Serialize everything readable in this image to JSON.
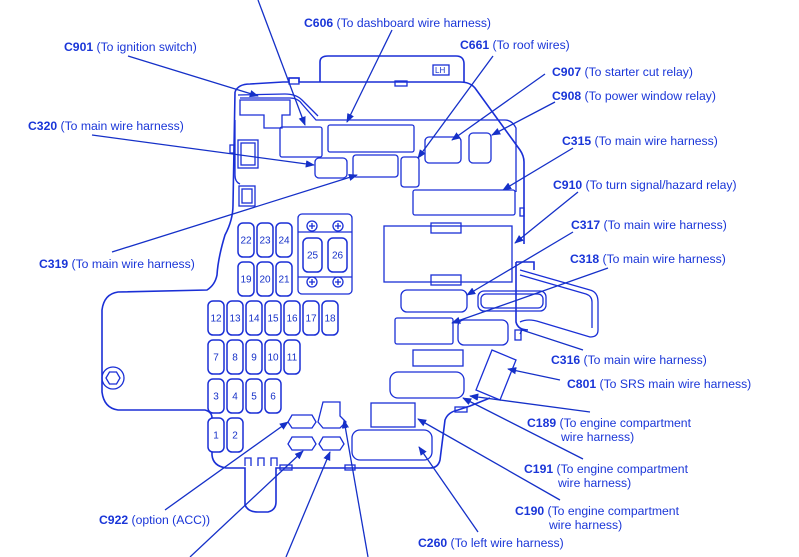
{
  "diagram": {
    "title": "Fuse/relay box connector locator",
    "color": "#1a2fd6",
    "side_marker": "LH",
    "fuses": [
      "1",
      "2",
      "3",
      "4",
      "5",
      "6",
      "7",
      "8",
      "9",
      "10",
      "11",
      "12",
      "13",
      "14",
      "15",
      "16",
      "17",
      "18",
      "19",
      "20",
      "21",
      "22",
      "23",
      "24",
      "25",
      "26"
    ],
    "labels": {
      "c606": {
        "code": "C606",
        "desc": "(To dashboard wire harness)"
      },
      "c901": {
        "code": "C901",
        "desc": "(To ignition switch)"
      },
      "c661": {
        "code": "C661",
        "desc": "(To roof wires)"
      },
      "c907": {
        "code": "C907",
        "desc": "(To starter cut relay)"
      },
      "c908": {
        "code": "C908",
        "desc": "(To power window relay)"
      },
      "c320": {
        "code": "C320",
        "desc": "(To main wire harness)"
      },
      "c315": {
        "code": "C315",
        "desc": "(To main wire harness)"
      },
      "c910": {
        "code": "C910",
        "desc": "(To turn signal/hazard relay)"
      },
      "c317": {
        "code": "C317",
        "desc": "(To main wire harness)"
      },
      "c319": {
        "code": "C319",
        "desc": "(To main wire harness)"
      },
      "c318": {
        "code": "C318",
        "desc": "(To main wire harness)"
      },
      "c316": {
        "code": "C316",
        "desc": "(To main wire harness)"
      },
      "c801": {
        "code": "C801",
        "desc": "(To SRS main wire harness)"
      },
      "c189": {
        "code": "C189",
        "desc": "(To engine compartment",
        "desc2": "wire harness)"
      },
      "c191": {
        "code": "C191",
        "desc": "(To engine compartment",
        "desc2": "wire harness)"
      },
      "c190": {
        "code": "C190",
        "desc": "(To engine compartment",
        "desc2": "wire harness)"
      },
      "c922": {
        "code": "C922",
        "desc": "(option (ACC))"
      },
      "c260": {
        "code": "C260",
        "desc": "(To left wire harness)"
      }
    }
  }
}
